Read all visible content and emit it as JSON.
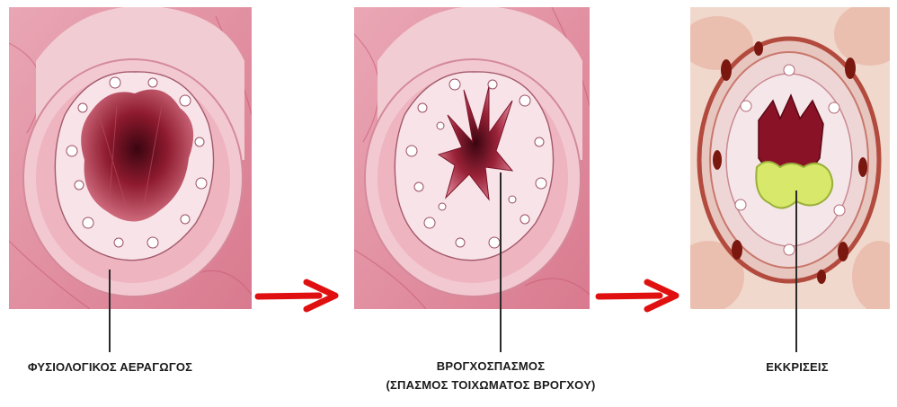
{
  "panels": [
    {
      "id": "normal-airway",
      "label": "ΦΥΣΙΟΛΟΓΙΚΟΣ ΑΕΡΑΓΩΓΟΣ"
    },
    {
      "id": "bronchospasm",
      "label_line1": "ΒΡΟΓΧΟΣΠΑΣΜΟΣ",
      "label_line2": "(ΣΠΑΣΜΟΣ ΤΟΙΧΩΜΑΤΟΣ ΒΡΟΓΧΟΥ)"
    },
    {
      "id": "secretions",
      "label": "ΕΚΚΡΙΣΕΙΣ"
    }
  ],
  "colors": {
    "tissue_pink": "#e7a3b0",
    "lumen_dark": "#5a0d1a",
    "arrow_red": "#e01010",
    "secretion_yellow": "#d7e86a"
  }
}
